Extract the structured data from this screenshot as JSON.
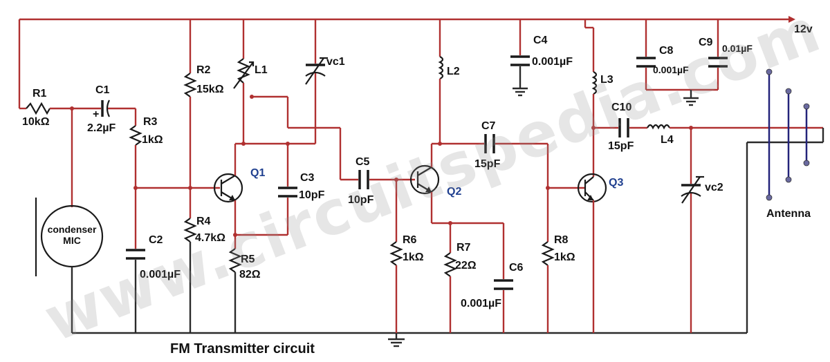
{
  "title": "FM Transmitter circuit",
  "watermark": "www.circuitspedia.com",
  "supply": "12v",
  "components": {
    "R1": {
      "ref": "R1",
      "value": "10kΩ"
    },
    "R2": {
      "ref": "R2",
      "value": "15kΩ"
    },
    "R3": {
      "ref": "R3",
      "value": "1kΩ"
    },
    "R4": {
      "ref": "R4",
      "value": "4.7kΩ"
    },
    "R5": {
      "ref": "R5",
      "value": "82Ω"
    },
    "R6": {
      "ref": "R6",
      "value": "1kΩ"
    },
    "R7": {
      "ref": "R7",
      "value": "22Ω"
    },
    "R8": {
      "ref": "R8",
      "value": "1kΩ"
    },
    "C1": {
      "ref": "C1",
      "value": "2.2µF",
      "polarity": "+"
    },
    "C2": {
      "ref": "C2",
      "value": "0.001µF"
    },
    "C3": {
      "ref": "C3",
      "value": "10pF"
    },
    "C4": {
      "ref": "C4",
      "value": "0.001µF"
    },
    "C5": {
      "ref": "C5",
      "value": "10pF"
    },
    "C6": {
      "ref": "C6",
      "value": "0.001µF"
    },
    "C7": {
      "ref": "C7",
      "value": "15pF"
    },
    "C8": {
      "ref": "C8",
      "value": "0.001µF"
    },
    "C9": {
      "ref": "C9",
      "value": "0.01µF"
    },
    "C10": {
      "ref": "C10",
      "value": "15pF"
    },
    "L1": {
      "ref": "L1"
    },
    "L2": {
      "ref": "L2"
    },
    "L3": {
      "ref": "L3"
    },
    "L4": {
      "ref": "L4"
    },
    "VC1": {
      "ref": "vc1"
    },
    "VC2": {
      "ref": "vc2"
    },
    "Q1": {
      "ref": "Q1"
    },
    "Q2": {
      "ref": "Q2"
    },
    "Q3": {
      "ref": "Q3"
    },
    "MIC": {
      "line1": "condenser",
      "line2": "MIC"
    },
    "antenna": {
      "label": "Antenna"
    }
  },
  "colors": {
    "wire": "#b03030",
    "ground_wire": "#2a2a2a",
    "transistor_label": "#1f3f8f",
    "background": "#ffffff"
  }
}
